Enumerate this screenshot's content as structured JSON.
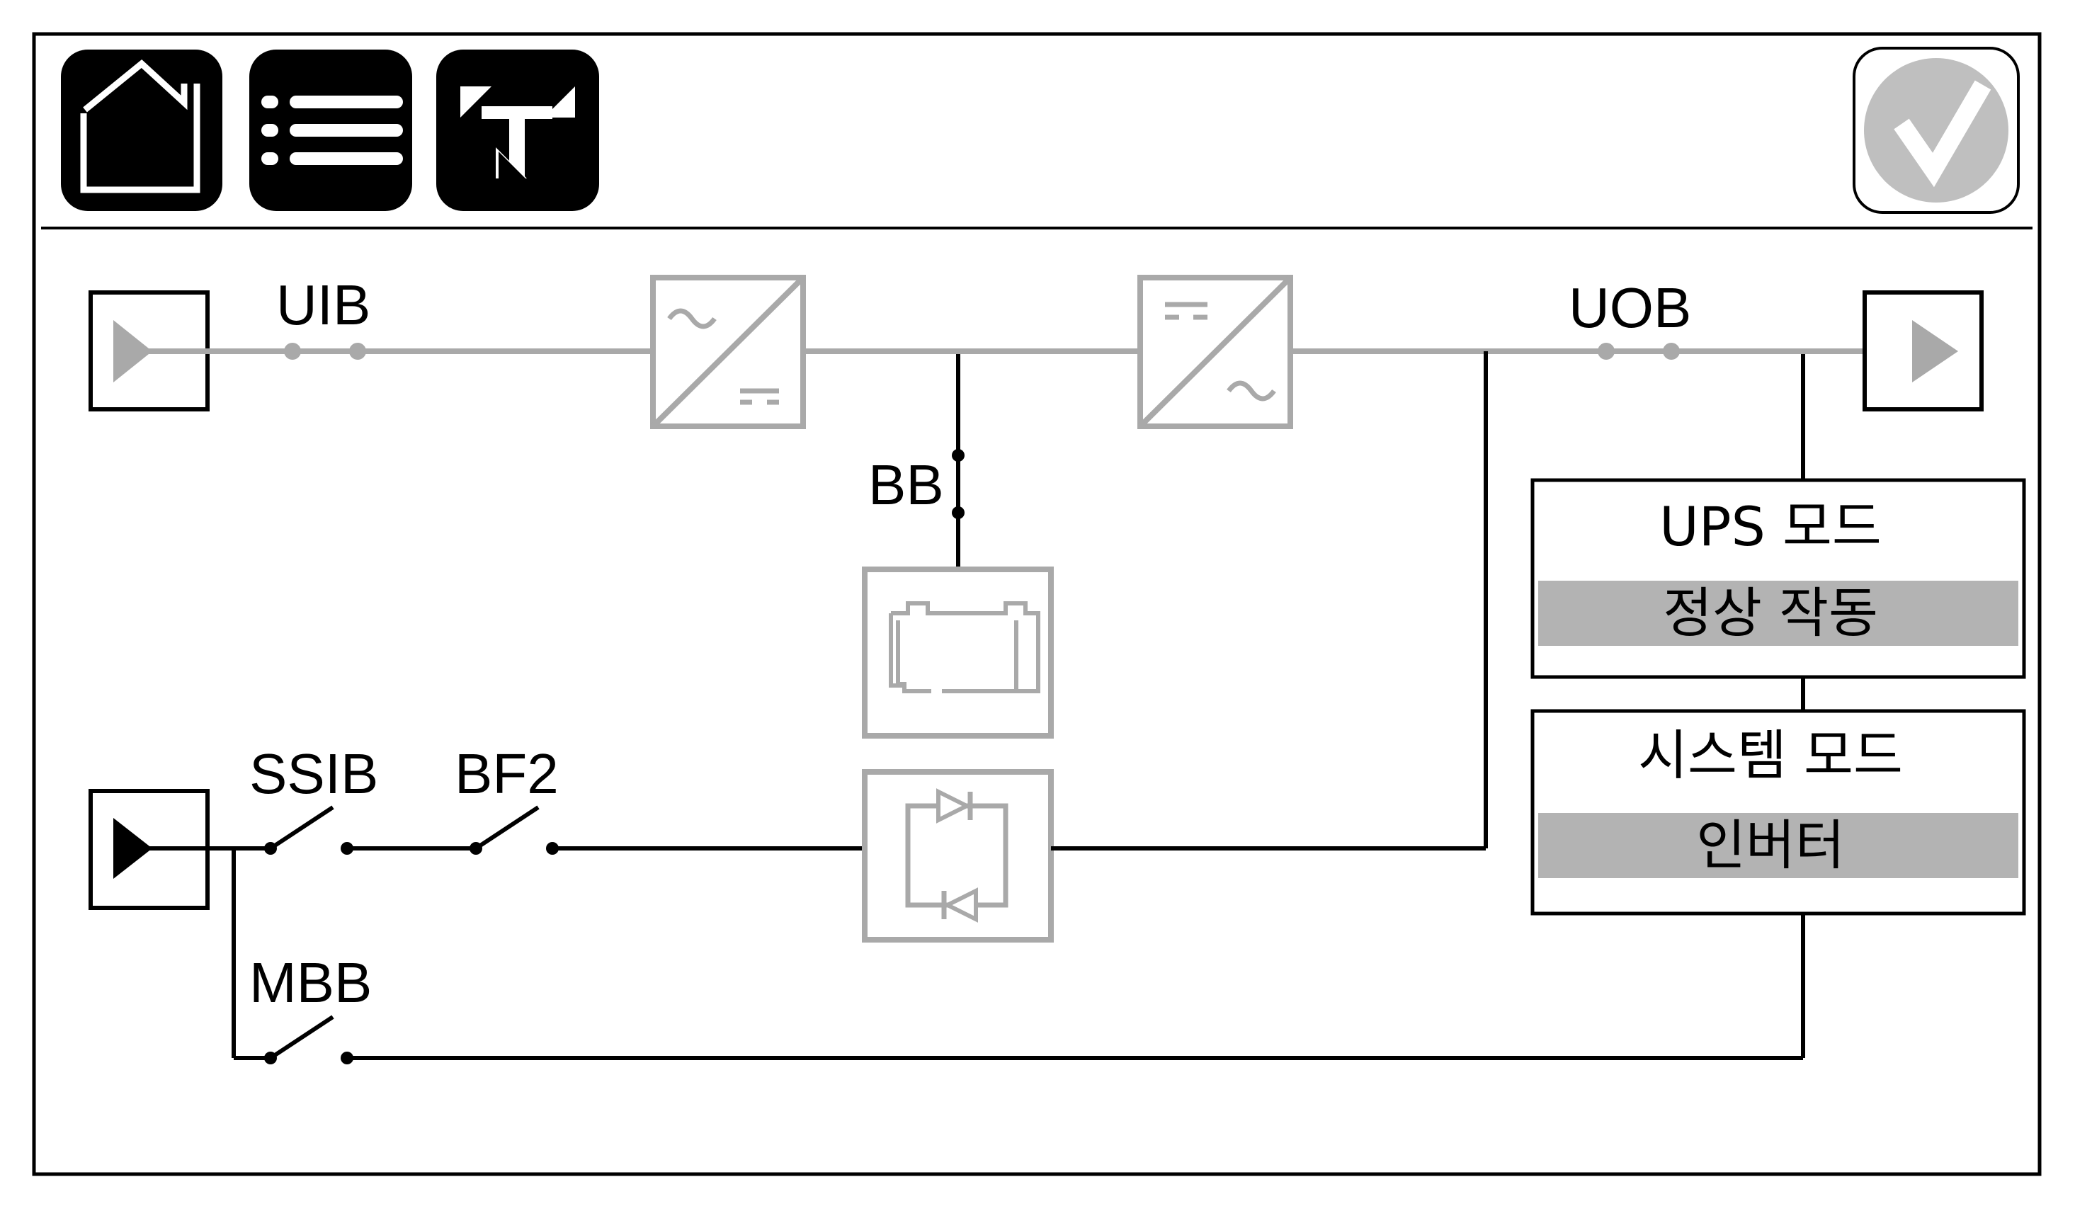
{
  "toolbar": {
    "buttons": [
      {
        "name": "home",
        "icon": "home-icon"
      },
      {
        "name": "menu",
        "icon": "list-menu-icon"
      },
      {
        "name": "mimic",
        "icon": "mimic-diagram-icon"
      }
    ],
    "status_icon": "checkmark-status-icon"
  },
  "diagram": {
    "labels": {
      "uib": "UIB",
      "uob": "UOB",
      "bb": "BB",
      "ssib": "SSIB",
      "bf2": "BF2",
      "mbb": "MBB"
    },
    "components": [
      "rectifier-icon",
      "inverter-icon",
      "battery-icon",
      "static-switch-icon"
    ]
  },
  "ups_mode": {
    "title": "UPS 모드",
    "value": "정상 작동"
  },
  "system_mode": {
    "title": "시스템 모드",
    "value": "인버터"
  },
  "colors": {
    "active_line": "#a9a9a9",
    "inactive_line": "#000000",
    "button_bg": "#000000",
    "status_ok": "#bfbfbf",
    "value_bar": "#b3b3b3"
  }
}
